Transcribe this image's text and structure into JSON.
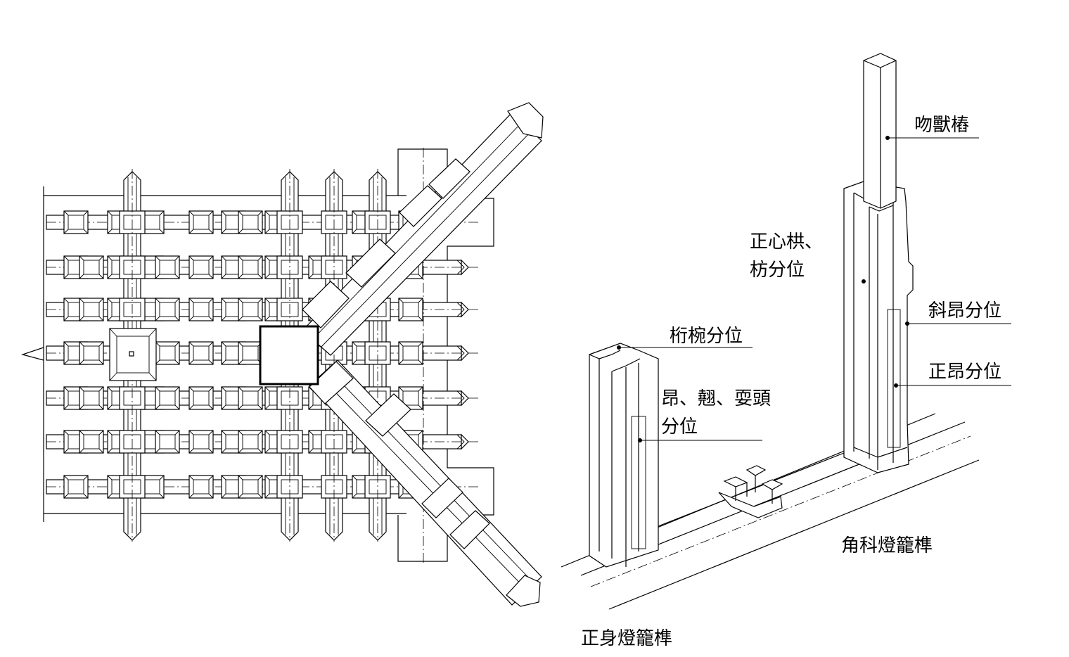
{
  "labels": {
    "wenshou": "吻獸樁",
    "zhengxin_line1": "正心栱、",
    "zhengxin_line2": "枋分位",
    "xieang": "斜昂分位",
    "zhengang": "正昂分位",
    "hengwan": "桁椀分位",
    "ang_line1": "昂、翹、耍頭",
    "ang_line2": "分位",
    "jiaoke": "角科燈籠榫",
    "zhengshen": "正身燈籠榫"
  }
}
